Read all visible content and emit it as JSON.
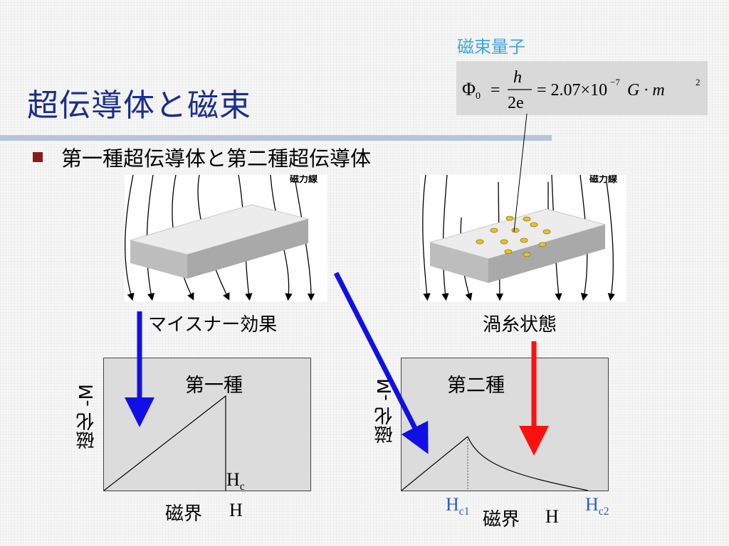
{
  "slide": {
    "title": "超伝導体と磁束",
    "bullet": "第一種超伝導体と第二種超伝導体",
    "flux_quantum_label": "磁束量子",
    "formula": {
      "lhs": "Φ",
      "lhs_sub": "0",
      "num": "h",
      "den": "2e",
      "value": "= 2.07×10",
      "exp": "−7",
      "units": "G · m",
      "units_exp": "2"
    }
  },
  "figures": {
    "type1": {
      "field_lines_label": "磁力線",
      "caption": "マイスナー効果"
    },
    "type2": {
      "field_lines_label": "磁力線",
      "caption": "渦糸状態"
    }
  },
  "graphs": {
    "type1": {
      "title": "第一種",
      "y_label": "磁化 -M",
      "x_label": "磁界",
      "x_symbol": "H",
      "hc_main": "H",
      "hc_sub": "c"
    },
    "type2": {
      "title": "第二種",
      "y_label": "磁化 -M",
      "x_label": "磁界",
      "x_symbol": "H",
      "hc1_main": "H",
      "hc1_sub": "c1",
      "hc2_main": "H",
      "hc2_sub": "c2"
    }
  },
  "colors": {
    "title": "#1a2e8c",
    "bullet_marker": "#8c1a1a",
    "flux_label": "#3fa4de",
    "arrow_blue": "#1010e6",
    "arrow_red": "#ff1010",
    "hc_labels": "#2a5cc2"
  }
}
